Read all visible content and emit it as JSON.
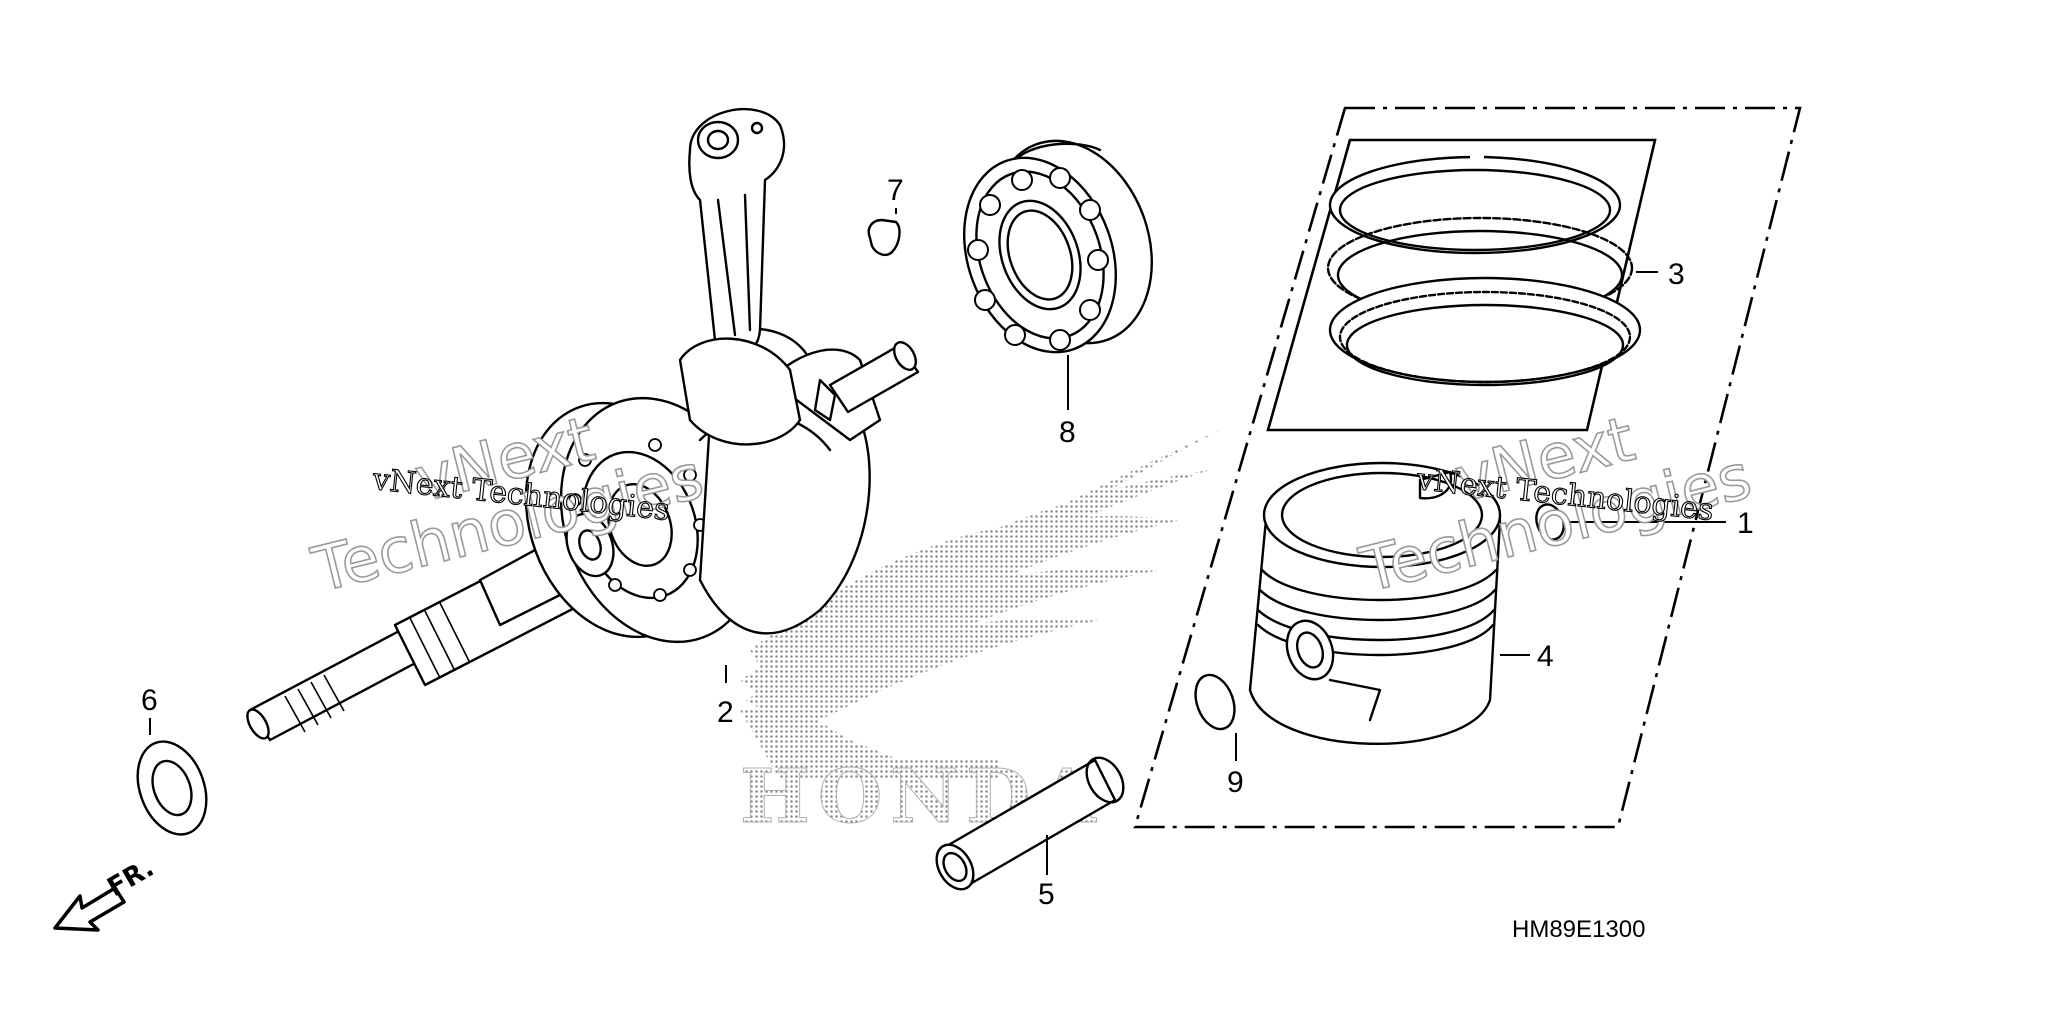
{
  "diagram": {
    "drawing_code": "HM89E1300",
    "direction_label": "FR.",
    "brand_mark": "HONDA",
    "callouts": [
      {
        "id": "1",
        "label": "1"
      },
      {
        "id": "2",
        "label": "2"
      },
      {
        "id": "3",
        "label": "3"
      },
      {
        "id": "4",
        "label": "4"
      },
      {
        "id": "5",
        "label": "5"
      },
      {
        "id": "6",
        "label": "6"
      },
      {
        "id": "7",
        "label": "7"
      },
      {
        "id": "8",
        "label": "8"
      },
      {
        "id": "9",
        "label": "9"
      }
    ],
    "watermark": {
      "line1": "vNext",
      "line2": "Technologies",
      "inline": "vNext Technologies"
    }
  }
}
